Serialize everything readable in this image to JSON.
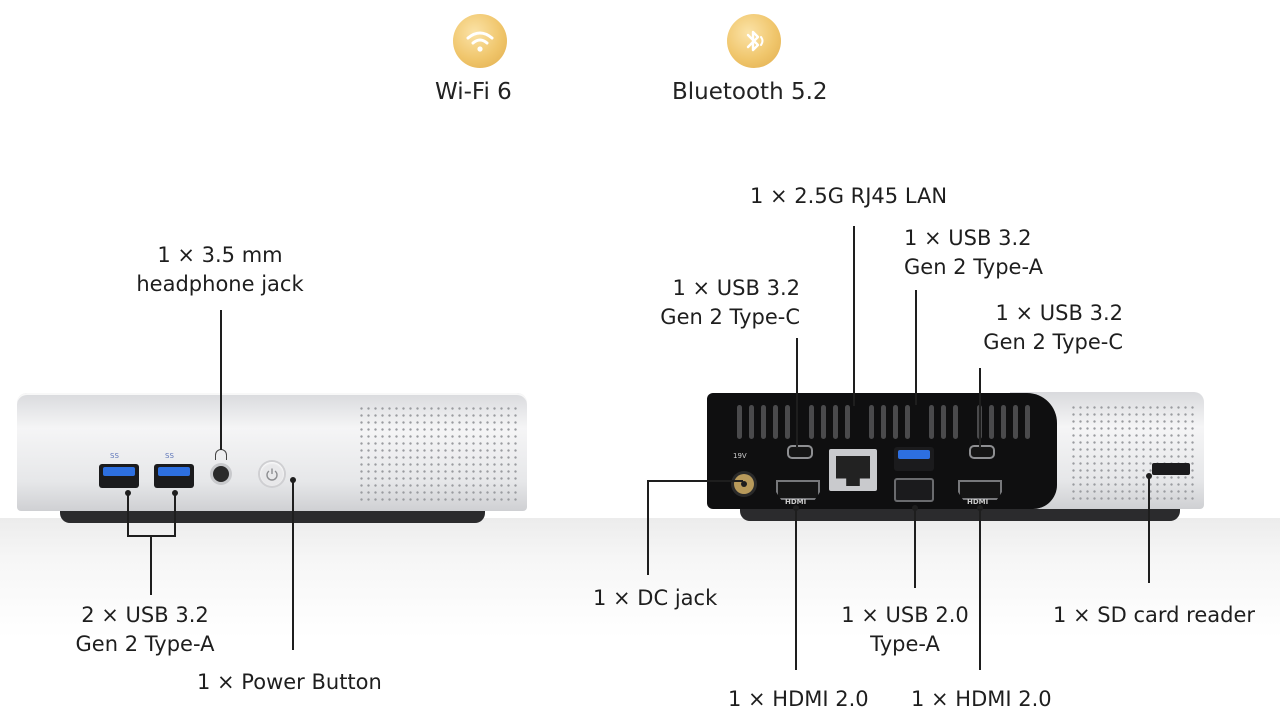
{
  "features": [
    {
      "icon": "wifi-icon",
      "title": "Wi-Fi 6"
    },
    {
      "icon": "bluetooth-icon",
      "title": "Bluetooth 5.2"
    }
  ],
  "front_labels": {
    "headphone_line1": "1 × 3.5 mm",
    "headphone_line2": "headphone jack",
    "usb_a_line1": "2 × USB 3.2",
    "usb_a_line2": "Gen 2 Type-A",
    "power": "1 × Power Button"
  },
  "back_labels": {
    "lan": "1 × 2.5G RJ45 LAN",
    "usb_a32_line1": "1 × USB 3.2",
    "usb_a32_line2": "Gen 2 Type-A",
    "usb_c_left_line1": "1 × USB 3.2",
    "usb_c_left_line2": "Gen 2 Type-C",
    "usb_c_right_line1": "1 × USB 3.2",
    "usb_c_right_line2": "Gen 2 Type-C",
    "dc": "1 × DC jack",
    "usb20_line1": "1 × USB 2.0",
    "usb20_line2": "Type-A",
    "sd": "1 × SD card reader",
    "hdmi_left": "1 × HDMI 2.0",
    "hdmi_right": "1 × HDMI 2.0"
  },
  "device_markings": {
    "hdmi": "HDMI",
    "ss": "SS",
    "dc_voltage": "19V"
  }
}
